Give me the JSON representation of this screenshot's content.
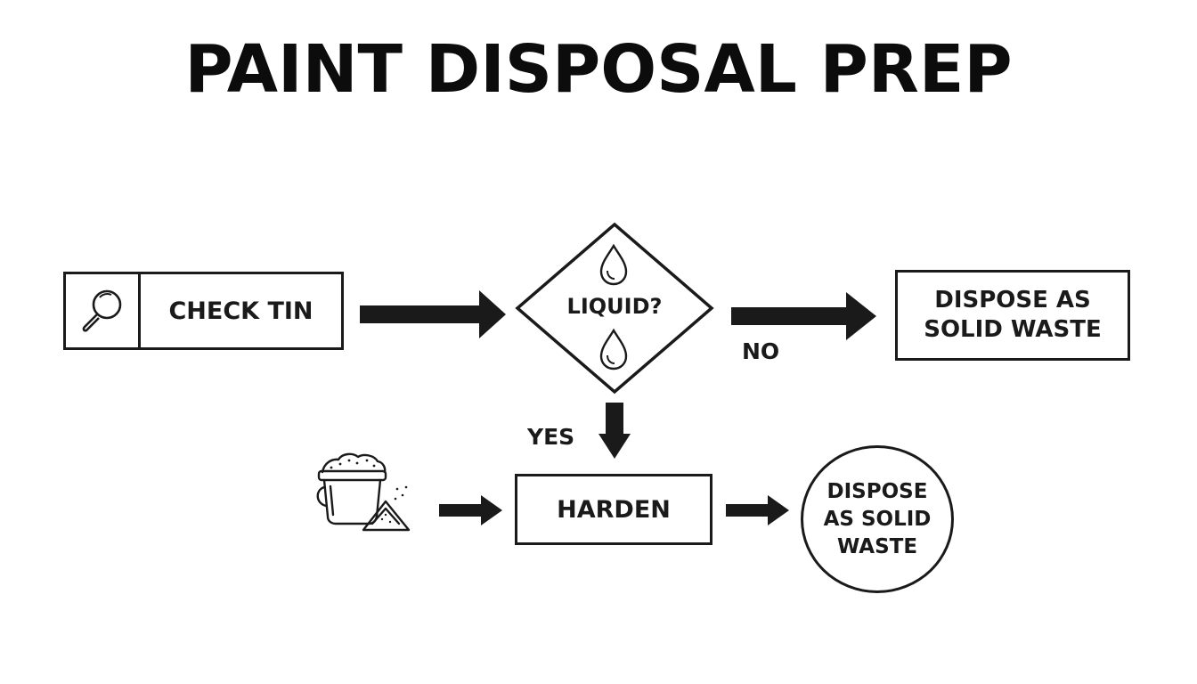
{
  "title": "PAINT DISPOSAL PREP",
  "nodes": {
    "check_tin": {
      "label": "CHECK TIN",
      "icon": "magnifying-glass-icon"
    },
    "liquid": {
      "label": "LIQUID?",
      "icon": "water-drop-icon"
    },
    "solid_waste_box": {
      "line1": "DISPOSE AS",
      "line2": "SOLID WASTE"
    },
    "harden": {
      "label": "HARDEN",
      "icon": "paint-bucket-with-hardener-icon"
    },
    "solid_waste_circle": {
      "line1": "DISPOSE",
      "line2": "AS SOLID",
      "line3": "WASTE"
    }
  },
  "edges": {
    "no": "NO",
    "yes": "YES"
  },
  "colors": {
    "stroke": "#1a1a1a",
    "background": "#ffffff"
  }
}
